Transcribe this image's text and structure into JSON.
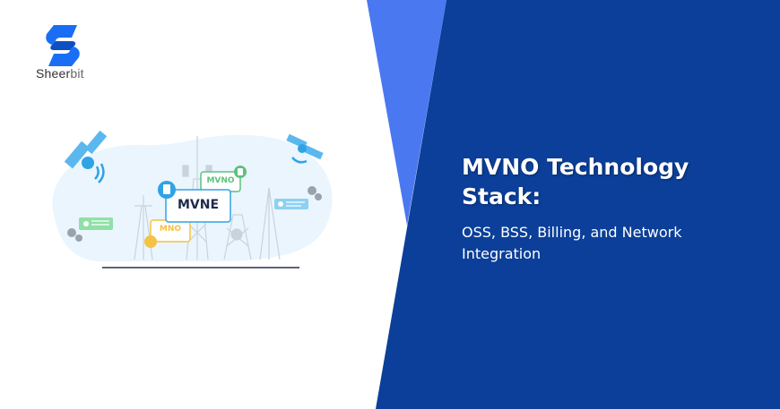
{
  "brand": {
    "name_part1": "Sheer",
    "name_part2": "bit",
    "logo_color": "#1a6ef5"
  },
  "hero": {
    "title": "MVNO Technology Stack:",
    "subtitle": "OSS, BSS, Billing, and Network Integration"
  },
  "illustration": {
    "center_label": "MVNE",
    "top_label": "MVNO",
    "bottom_label": "MNO"
  },
  "colors": {
    "dark_blue": "#0b3f99",
    "light_blue": "#4a78f0",
    "background": "#ffffff",
    "blob": "#eaf5fd",
    "mvne_border": "#2fa3e6",
    "mvno_green": "#5cc27d",
    "mno_yellow": "#f5c242"
  }
}
